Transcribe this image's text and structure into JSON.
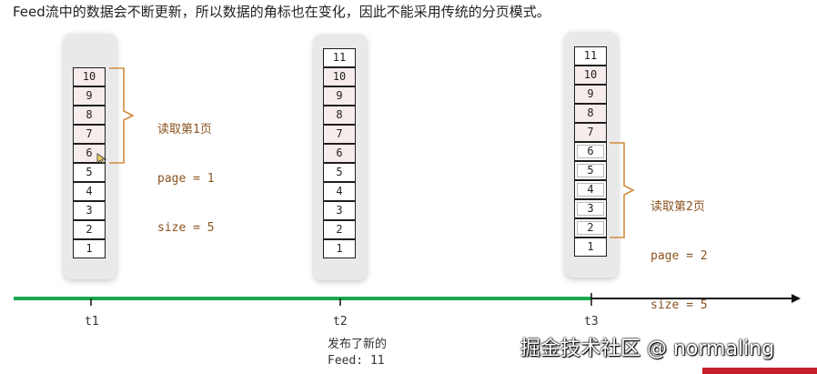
{
  "heading": "Feed流中的数据会不断更新，所以数据的角标也在变化，因此不能采用传统的分页模式。",
  "columns": [
    {
      "label": "t1",
      "items": [
        "10",
        "9",
        "8",
        "7",
        "6",
        "5",
        "4",
        "3",
        "2",
        "1"
      ]
    },
    {
      "label": "t2",
      "items": [
        "11",
        "10",
        "9",
        "8",
        "7",
        "6",
        "5",
        "4",
        "3",
        "2",
        "1"
      ]
    },
    {
      "label": "t3",
      "items": [
        "11",
        "10",
        "9",
        "8",
        "7",
        "6",
        "5",
        "4",
        "3",
        "2",
        "1"
      ]
    }
  ],
  "notes": {
    "first": {
      "title": "读取第1页",
      "page": "page = 1",
      "size": "size = 5"
    },
    "second": {
      "title": "读取第2页",
      "page": "page = 2",
      "size": "size = 5"
    }
  },
  "timeline": {
    "ticks": [
      "t1",
      "t2",
      "t3"
    ]
  },
  "event": {
    "line1": "发布了新的",
    "line2": "Feed: 11"
  },
  "watermark": "掘金技术社区 @ normaling",
  "colors": {
    "timeline_green": "#1aa84f",
    "timeline_black": "#111111",
    "brace_orange": "#d08a3c",
    "note_text": "#8a5320",
    "highlight_cell": "#f7ecec"
  }
}
